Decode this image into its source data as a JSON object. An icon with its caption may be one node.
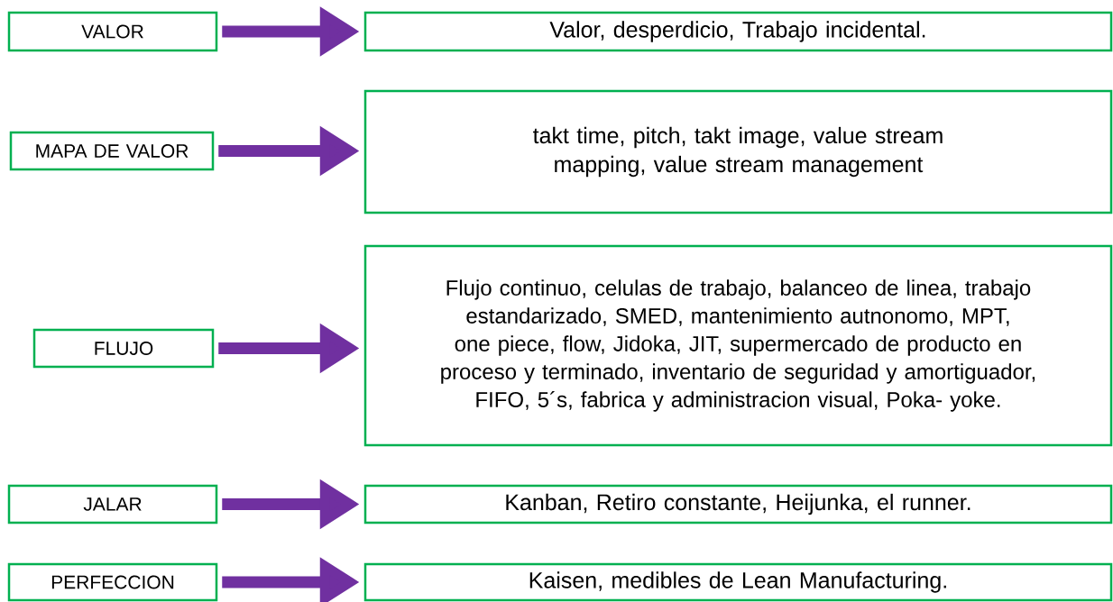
{
  "diagram": {
    "nodes": [
      {
        "text": [
          "VALOR"
        ]
      },
      {
        "text": [
          "Valor, desperdicio, Trabajo incidental."
        ]
      },
      {
        "text": [
          "MAPA DE VALOR"
        ]
      },
      {
        "text": [
          "takt time, pitch, takt image, value stream mapping, value stream management"
        ]
      },
      {
        "text": [
          "FLUJO"
        ]
      },
      {
        "text": [
          "Flujo continuo, celulas de trabajo, balanceo de linea, trabajo estandarizado, SMED, mantenimiento autnonomo, MPT, one piece, flow, Jidoka, JIT, supermercado de producto en proceso y terminado, inventario de seguridad y amortiguador, FIFO, 5´s, fabrica y administracion visual, Poka- yoke."
        ]
      },
      {
        "text": [
          "JALAR"
        ]
      },
      {
        "text": [
          "Kanban, Retiro constante, Heijunka, el runner."
        ]
      },
      {
        "text": [
          "PERFECCION"
        ]
      },
      {
        "text": [
          "Kaisen, medibles de Lean Manufacturing."
        ]
      }
    ],
    "edges": [
      {
        "from": 0,
        "to": 1,
        "arrow": "to"
      },
      {
        "from": 2,
        "to": 3,
        "arrow": "to"
      },
      {
        "from": 4,
        "to": 5,
        "arrow": "to"
      },
      {
        "from": 6,
        "to": 7,
        "arrow": "to"
      },
      {
        "from": 8,
        "to": 9,
        "arrow": "to"
      }
    ]
  }
}
